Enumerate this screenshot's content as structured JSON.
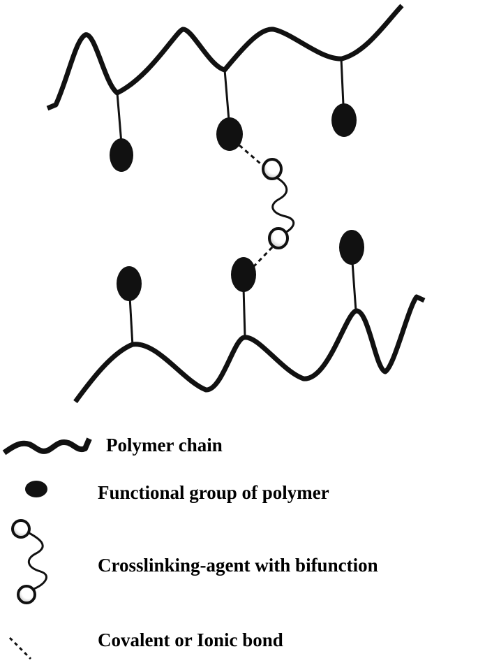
{
  "colors": {
    "chain": "#111111",
    "group": "#111111",
    "bead_fill": "#ffffff",
    "bead_shadow": "#1a1a1a",
    "background": "#ffffff"
  },
  "legend": {
    "polymer_chain": "Polymer chain",
    "functional_group": "Functional group of polymer",
    "crosslinking_agent": "Crosslinking-agent with bifunction",
    "bond": "Covalent or Ionic bond"
  }
}
